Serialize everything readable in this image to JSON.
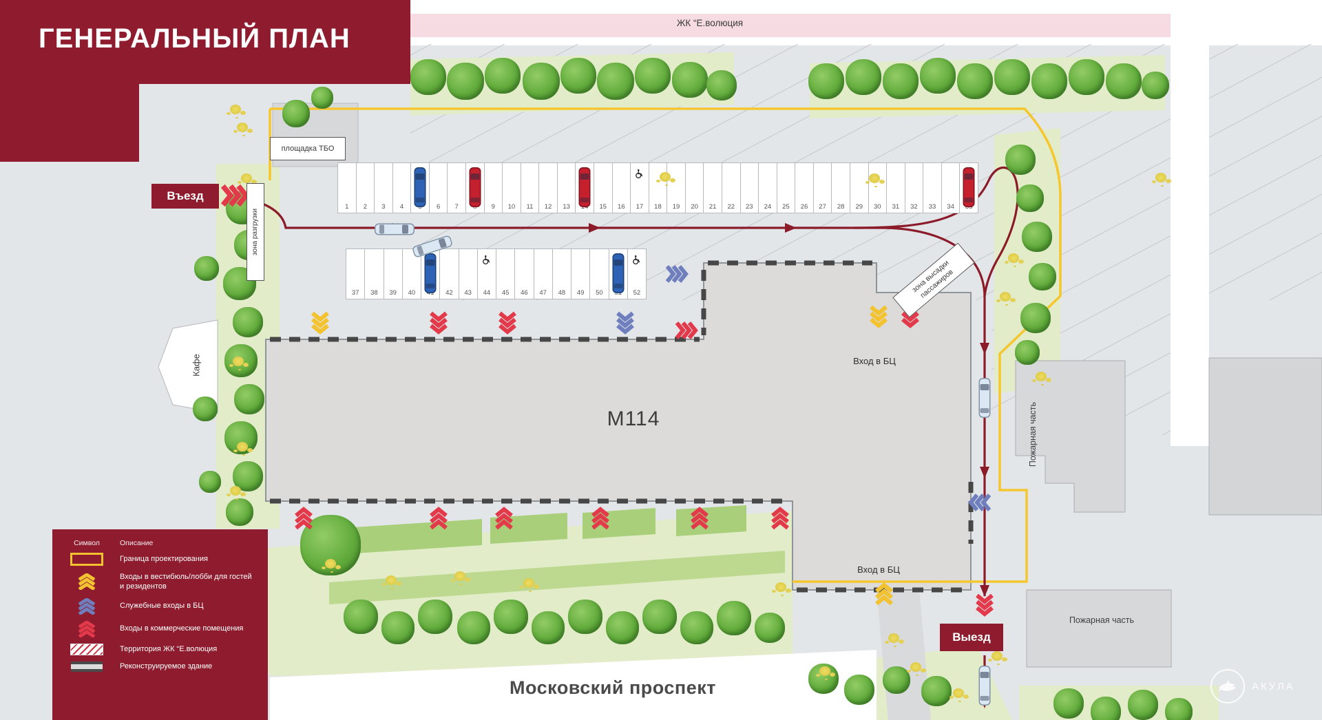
{
  "title": "ГЕНЕРАЛЬНЫЙ ПЛАН",
  "top_strip_label": "ЖК “Е.волюция",
  "road_labels": {
    "entrance": "Въезд",
    "exit": "Выезд",
    "street": "Московский проспект"
  },
  "building": {
    "name": "М114",
    "entrance_top": "Вход в БЦ",
    "entrance_bottom": "Вход в БЦ"
  },
  "site_labels": {
    "tbo": "площадка ТБО",
    "unloading": "зона разгрузки",
    "dropoff_line1": "зона высадки",
    "dropoff_line2": "пассажиров",
    "cafe": "Кафе",
    "fire_station_side": "Пожарная часть",
    "fire_station_bottom": "Пожарная часть"
  },
  "parking": {
    "row1": {
      "numbers": [
        1,
        2,
        3,
        4,
        5,
        6,
        7,
        8,
        9,
        10,
        11,
        12,
        13,
        14,
        15,
        16,
        17,
        18,
        19,
        20,
        21,
        22,
        23,
        24,
        25,
        26,
        27,
        28,
        29,
        30,
        31,
        32,
        33,
        34,
        35
      ],
      "accessible": [
        17
      ],
      "cars": [
        {
          "spot": 5,
          "color": "blue"
        },
        {
          "spot": 8,
          "color": "red"
        },
        {
          "spot": 14,
          "color": "red"
        },
        {
          "spot": 35,
          "color": "red"
        }
      ]
    },
    "row2": {
      "numbers": [
        37,
        38,
        39,
        40,
        41,
        42,
        43,
        44,
        45,
        46,
        47,
        48,
        49,
        50,
        51,
        52
      ],
      "accessible": [
        44,
        52
      ],
      "cars": [
        {
          "spot": 41,
          "color": "blue"
        },
        {
          "spot": 51,
          "color": "blue"
        }
      ]
    }
  },
  "legend": {
    "headers": {
      "symbol": "Символ",
      "description": "Описание"
    },
    "items": [
      {
        "symbol": "boundary",
        "label": "Граница проектирования"
      },
      {
        "symbol": "chevron-yellow",
        "label": "Входы в вестибюль/лобби для гостей и резидентов"
      },
      {
        "symbol": "chevron-blue",
        "label": "Служебные входы в БЦ"
      },
      {
        "symbol": "chevron-red",
        "label": "Входы в коммерческие помещения"
      },
      {
        "symbol": "hatch",
        "label": "Территория ЖК “Е.волюция"
      },
      {
        "symbol": "building",
        "label": "Реконструируемое здание"
      }
    ]
  },
  "watermark": "АКУЛА",
  "colors": {
    "maroon": "#8e1c2e",
    "route": "#8c1b2a",
    "yellow": "#f2c230",
    "red": "#e23a4a",
    "blue": "#6f7fbd",
    "green": "#62ac3c",
    "pink": "#f6dce2",
    "background": "#e3e6e9"
  }
}
